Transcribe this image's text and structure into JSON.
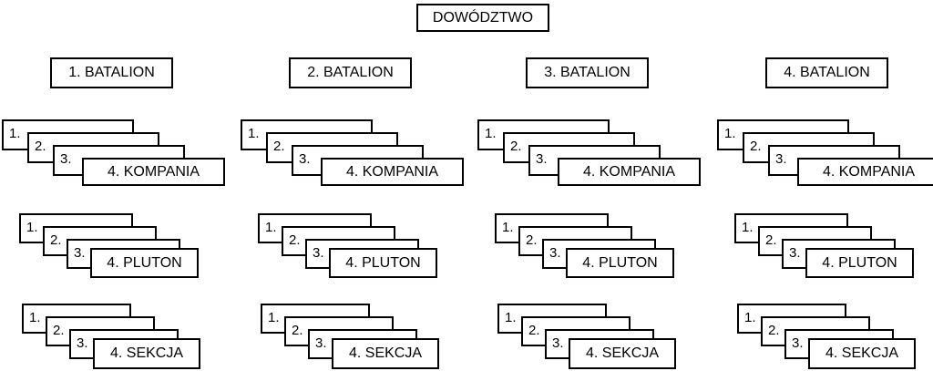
{
  "title": "DOWÓDZTWO",
  "columns": [
    {
      "battalion": "1. BATALION",
      "company": {
        "back": [
          "1.",
          "2.",
          "3."
        ],
        "front": "4. KOMPANIA"
      },
      "platoon": {
        "back": [
          "1.",
          "2.",
          "3."
        ],
        "front": "4. PLUTON"
      },
      "section": {
        "back": [
          "1.",
          "2.",
          "3."
        ],
        "front": "4. SEKCJA"
      }
    },
    {
      "battalion": "2. BATALION",
      "company": {
        "back": [
          "1.",
          "2.",
          "3."
        ],
        "front": "4. KOMPANIA"
      },
      "platoon": {
        "back": [
          "1.",
          "2.",
          "3."
        ],
        "front": "4. PLUTON"
      },
      "section": {
        "back": [
          "1.",
          "2.",
          "3."
        ],
        "front": "4. SEKCJA"
      }
    },
    {
      "battalion": "3. BATALION",
      "company": {
        "back": [
          "1.",
          "2.",
          "3."
        ],
        "front": "4. KOMPANIA"
      },
      "platoon": {
        "back": [
          "1.",
          "2.",
          "3."
        ],
        "front": "4. PLUTON"
      },
      "section": {
        "back": [
          "1.",
          "2.",
          "3."
        ],
        "front": "4. SEKCJA"
      }
    },
    {
      "battalion": "4. BATALION",
      "company": {
        "back": [
          "1.",
          "2.",
          "3."
        ],
        "front": "4. KOMPANIA"
      },
      "platoon": {
        "back": [
          "1.",
          "2.",
          "3."
        ],
        "front": "4. PLUTON"
      },
      "section": {
        "back": [
          "1.",
          "2.",
          "3."
        ],
        "front": "4. SEKCJA"
      }
    }
  ]
}
